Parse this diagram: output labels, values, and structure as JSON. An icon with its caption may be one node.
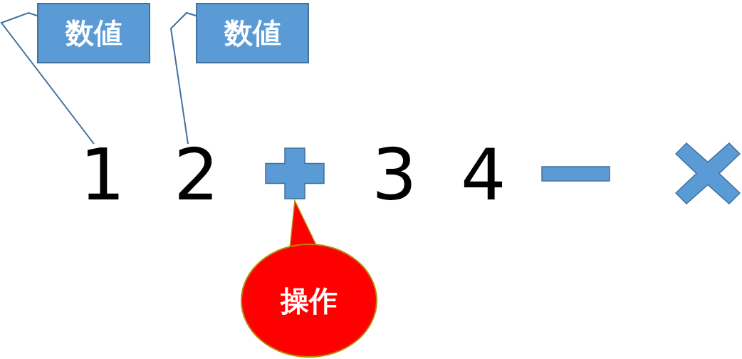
{
  "diagram": {
    "nodes": [
      {
        "text": [
          "数値"
        ]
      },
      {
        "text": [
          "数値"
        ]
      },
      {
        "text": [
          "1"
        ]
      },
      {
        "text": [
          "2"
        ]
      },
      {
        "text": [],
        "shape": "plus"
      },
      {
        "text": [],
        "shape": "bar"
      },
      {
        "text": [],
        "shape": "cross"
      },
      {
        "text": [
          "操作"
        ]
      }
    ],
    "edges": [
      {
        "from": 0,
        "to": 2,
        "arrow": "none"
      },
      {
        "from": 1,
        "to": 3,
        "arrow": "none"
      },
      {
        "from": 7,
        "to": 4,
        "arrow": "to"
      }
    ],
    "labels": [
      "3",
      "4"
    ]
  }
}
